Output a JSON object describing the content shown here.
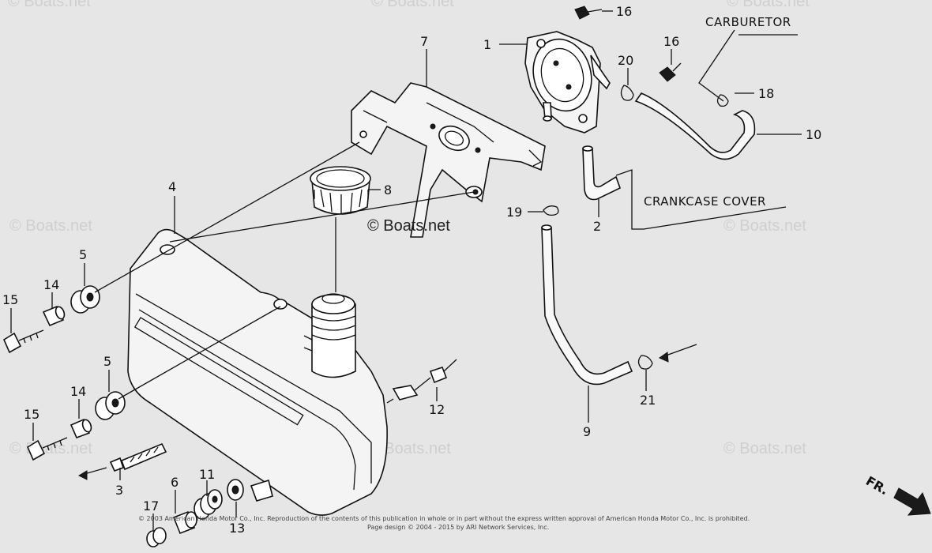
{
  "labels": {
    "p1": "1",
    "p2": "2",
    "p3": "3",
    "p4": "4",
    "p5a": "5",
    "p5b": "5",
    "p6": "6",
    "p7": "7",
    "p8": "8",
    "p9": "9",
    "p10": "10",
    "p11": "11",
    "p12": "12",
    "p13": "13",
    "p14a": "14",
    "p14b": "14",
    "p15a": "15",
    "p15b": "15",
    "p16a": "16",
    "p16b": "16",
    "p17": "17",
    "p18": "18",
    "p19": "19",
    "p20": "20",
    "p21": "21"
  },
  "callouts": {
    "carburetor": "CARBURETOR",
    "crankcase": "CRANKCASE COVER"
  },
  "direction": {
    "fr": "FR."
  },
  "watermark": {
    "main": "© Boats.net",
    "tile": "© Boats.net"
  },
  "copyright": {
    "line1": "© 2003 American Honda Motor Co., Inc. Reproduction of the contents of this publication in whole or in part without the express written approval of American Honda Motor Co., Inc. is prohibited.",
    "line2": "Page design © 2004 - 2015 by ARI Network Services, Inc."
  }
}
